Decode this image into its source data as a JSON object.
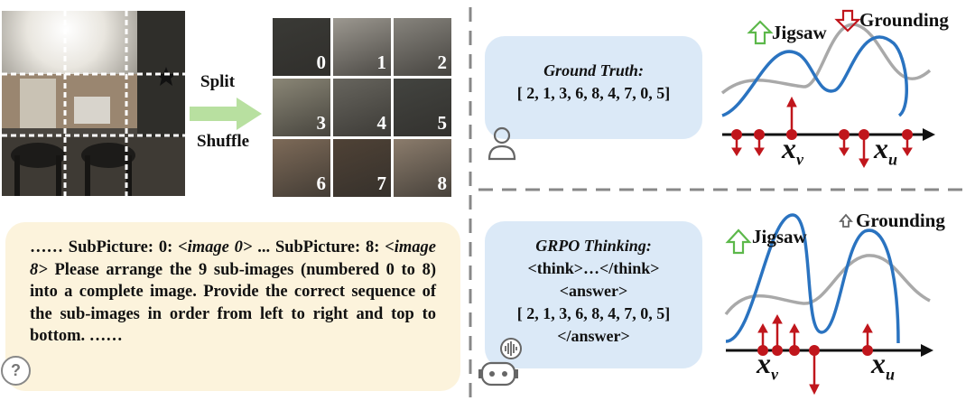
{
  "left_panel": {
    "split_label": "Split",
    "shuffle_label": "Shuffle",
    "tiles": [
      {
        "num": "0",
        "bg": "#3a3a36"
      },
      {
        "num": "1",
        "bg": "#9c9890"
      },
      {
        "num": "2",
        "bg": "#87847d"
      },
      {
        "num": "3",
        "bg": "#8a8676"
      },
      {
        "num": "4",
        "bg": "#67655e"
      },
      {
        "num": "5",
        "bg": "#434440"
      },
      {
        "num": "6",
        "bg": "#7d6a58"
      },
      {
        "num": "7",
        "bg": "#4f4236"
      },
      {
        "num": "8",
        "bg": "#8b7c6c"
      }
    ],
    "prompt": {
      "part1": "……  SubPicture: 0: ",
      "img0": "<image 0>",
      "part2": " ... SubPicture: 8: ",
      "img8": "<image 8>",
      "part3": " Please arrange the 9 sub-images (numbered 0 to 8) into a complete image. Provide the correct sequence of the sub-images in order from left to right and top to bottom. ……"
    },
    "question_icon_glyph": "?"
  },
  "top_right": {
    "title": "Ground Truth:",
    "sequence": "[ 2, 1, 3, 6, 8, 4, 7, 0, 5]",
    "jigsaw_label": "Jigsaw",
    "grounding_label": "Grounding",
    "xv_label": "x",
    "xv_sub": "v",
    "xu_label": "x",
    "xu_sub": "u"
  },
  "bottom_right": {
    "title": "GRPO Thinking:",
    "line1": "<think>…</think>",
    "line2": "<answer>",
    "line3": "[ 2, 1, 3, 6, 8, 4, 7, 0, 5]",
    "line4": "</answer>",
    "jigsaw_label": "Jigsaw",
    "grounding_label": "Grounding",
    "xv_label": "x",
    "xv_sub": "v",
    "xu_label": "x",
    "xu_sub": "u"
  },
  "colors": {
    "blue_curve": "#2a73c0",
    "gray_curve": "#a9a9a9",
    "red_arrow": "#c0161c",
    "green_arrow": "#5cb84a",
    "bubble_blue": "#dbe9f7",
    "bubble_yellow": "#fcf3dc",
    "split_arrow": "#b8e0a0"
  }
}
